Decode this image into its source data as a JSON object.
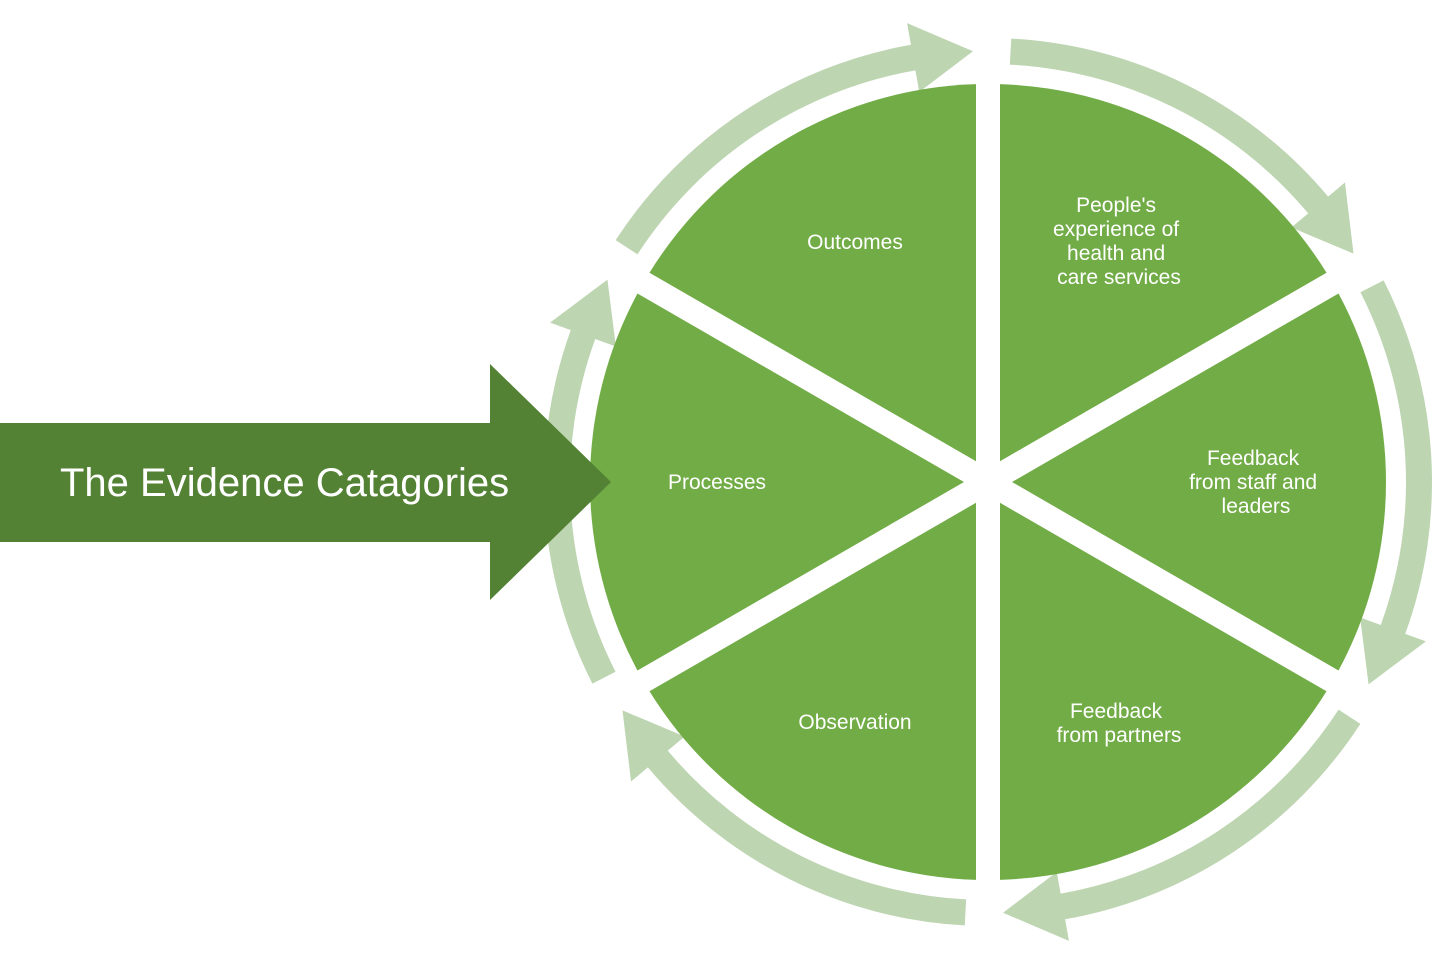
{
  "banner": {
    "label": "The Evidence Catagories"
  },
  "segments": [
    {
      "id": "outcomes",
      "lines": [
        "Outcomes"
      ]
    },
    {
      "id": "peoples-experience",
      "lines": [
        "People's",
        "experience of",
        "health and",
        "care services"
      ]
    },
    {
      "id": "feedback-staff-leaders",
      "lines": [
        "Feedback",
        "from staff and",
        "leaders"
      ]
    },
    {
      "id": "feedback-partners",
      "lines": [
        "Feedback",
        "from partners"
      ]
    },
    {
      "id": "observation",
      "lines": [
        "Observation"
      ]
    },
    {
      "id": "processes",
      "lines": [
        "Processes"
      ]
    }
  ],
  "colors": {
    "segment": "#72ac47",
    "ring": "#bdd5b1",
    "banner": "#548235",
    "text": "#ffffff"
  }
}
